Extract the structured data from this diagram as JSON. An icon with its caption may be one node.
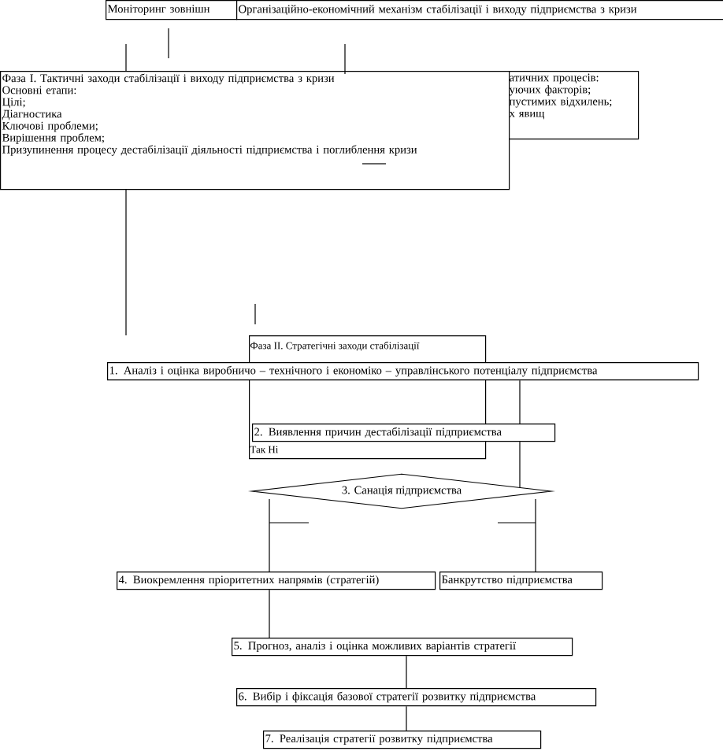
{
  "diagram": {
    "nodes": [
      {
        "text": [
          "Моніторинг зовнішн"
        ]
      },
      {
        "text": [
          "Організаційно-економічний механізм стабілізації і виходу підприємства з кризи"
        ]
      },
      {
        "text": [
          "Фаза І. Тактичні заходи стабілізації і виходу підприємства з кризи",
          "Основні етапи:",
          "Цілі;",
          "Діагностика",
          "Ключові проблеми;",
          "Вирішення проблем;",
          "Призупинення процесу дестабілізації діяльності підприємства і поглиблення кризи"
        ]
      },
      {
        "text": [
          "атичних процесів:",
          "уючих факторів;",
          "пустимих відхилень;",
          "х явищ"
        ]
      },
      {
        "text": [
          "Фаза ІІ. Стратегічні заходи стабілізації",
          "Так Ні"
        ]
      },
      {
        "text": [
          "1. Аналіз і оцінка виробничо – технічного і економіко – управлінського потенціалу підприємства"
        ]
      },
      {
        "text": [
          "2. Виявлення причин дестабілізації підприємства"
        ]
      },
      {
        "text": [
          "3. Санація підприємства"
        ]
      },
      {
        "text": [
          "4. Виокремлення пріоритетних напрямів (стратегій)"
        ]
      },
      {
        "text": [
          "Банкрутство підприємства"
        ]
      },
      {
        "text": [
          "5. Прогноз, аналіз і оцінка можливих варіантів стратегії"
        ]
      },
      {
        "text": [
          "6. Вибір і фіксація базової стратегії розвитку підприємства"
        ]
      },
      {
        "text": [
          "7. Реалізація стратегії розвитку підприємства"
        ]
      }
    ],
    "edges": [
      {
        "from": 5,
        "to": 6,
        "arrow": "none"
      },
      {
        "from": 6,
        "to": 7,
        "arrow": "none"
      },
      {
        "from": 7,
        "to": 8,
        "arrow": "none"
      },
      {
        "from": 7,
        "to": 9,
        "arrow": "none"
      },
      {
        "from": 8,
        "to": 10,
        "arrow": "none"
      },
      {
        "from": 10,
        "to": 11,
        "arrow": "none"
      },
      {
        "from": 11,
        "to": 12,
        "arrow": "none"
      }
    ]
  }
}
